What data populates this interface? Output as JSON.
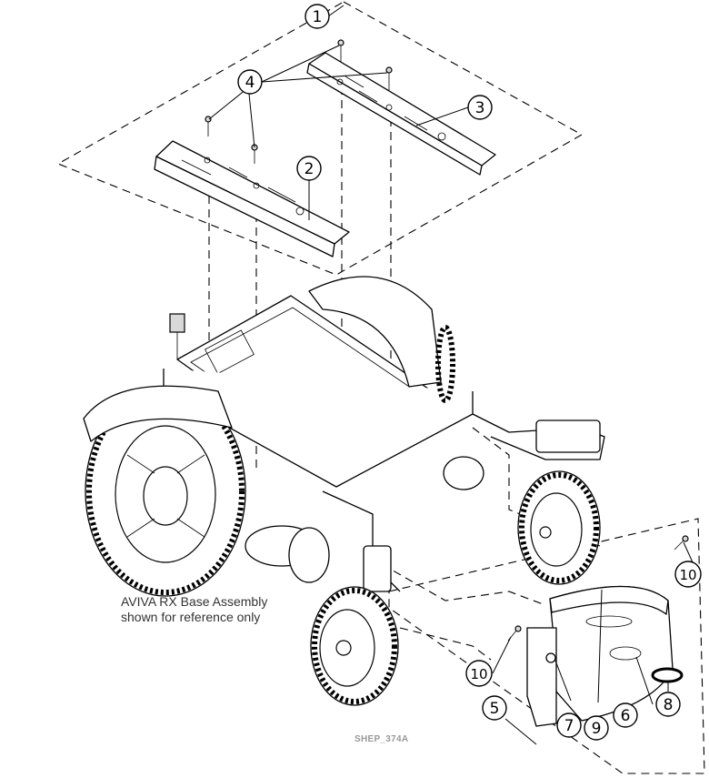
{
  "diagram": {
    "callouts": [
      "1",
      "2",
      "3",
      "4",
      "5",
      "6",
      "7",
      "8",
      "9",
      "10",
      "10"
    ],
    "reference_note": [
      "AVIVA RX Base Assembly",
      "shown for reference only"
    ],
    "drawing_code": "SHEP_374A"
  }
}
